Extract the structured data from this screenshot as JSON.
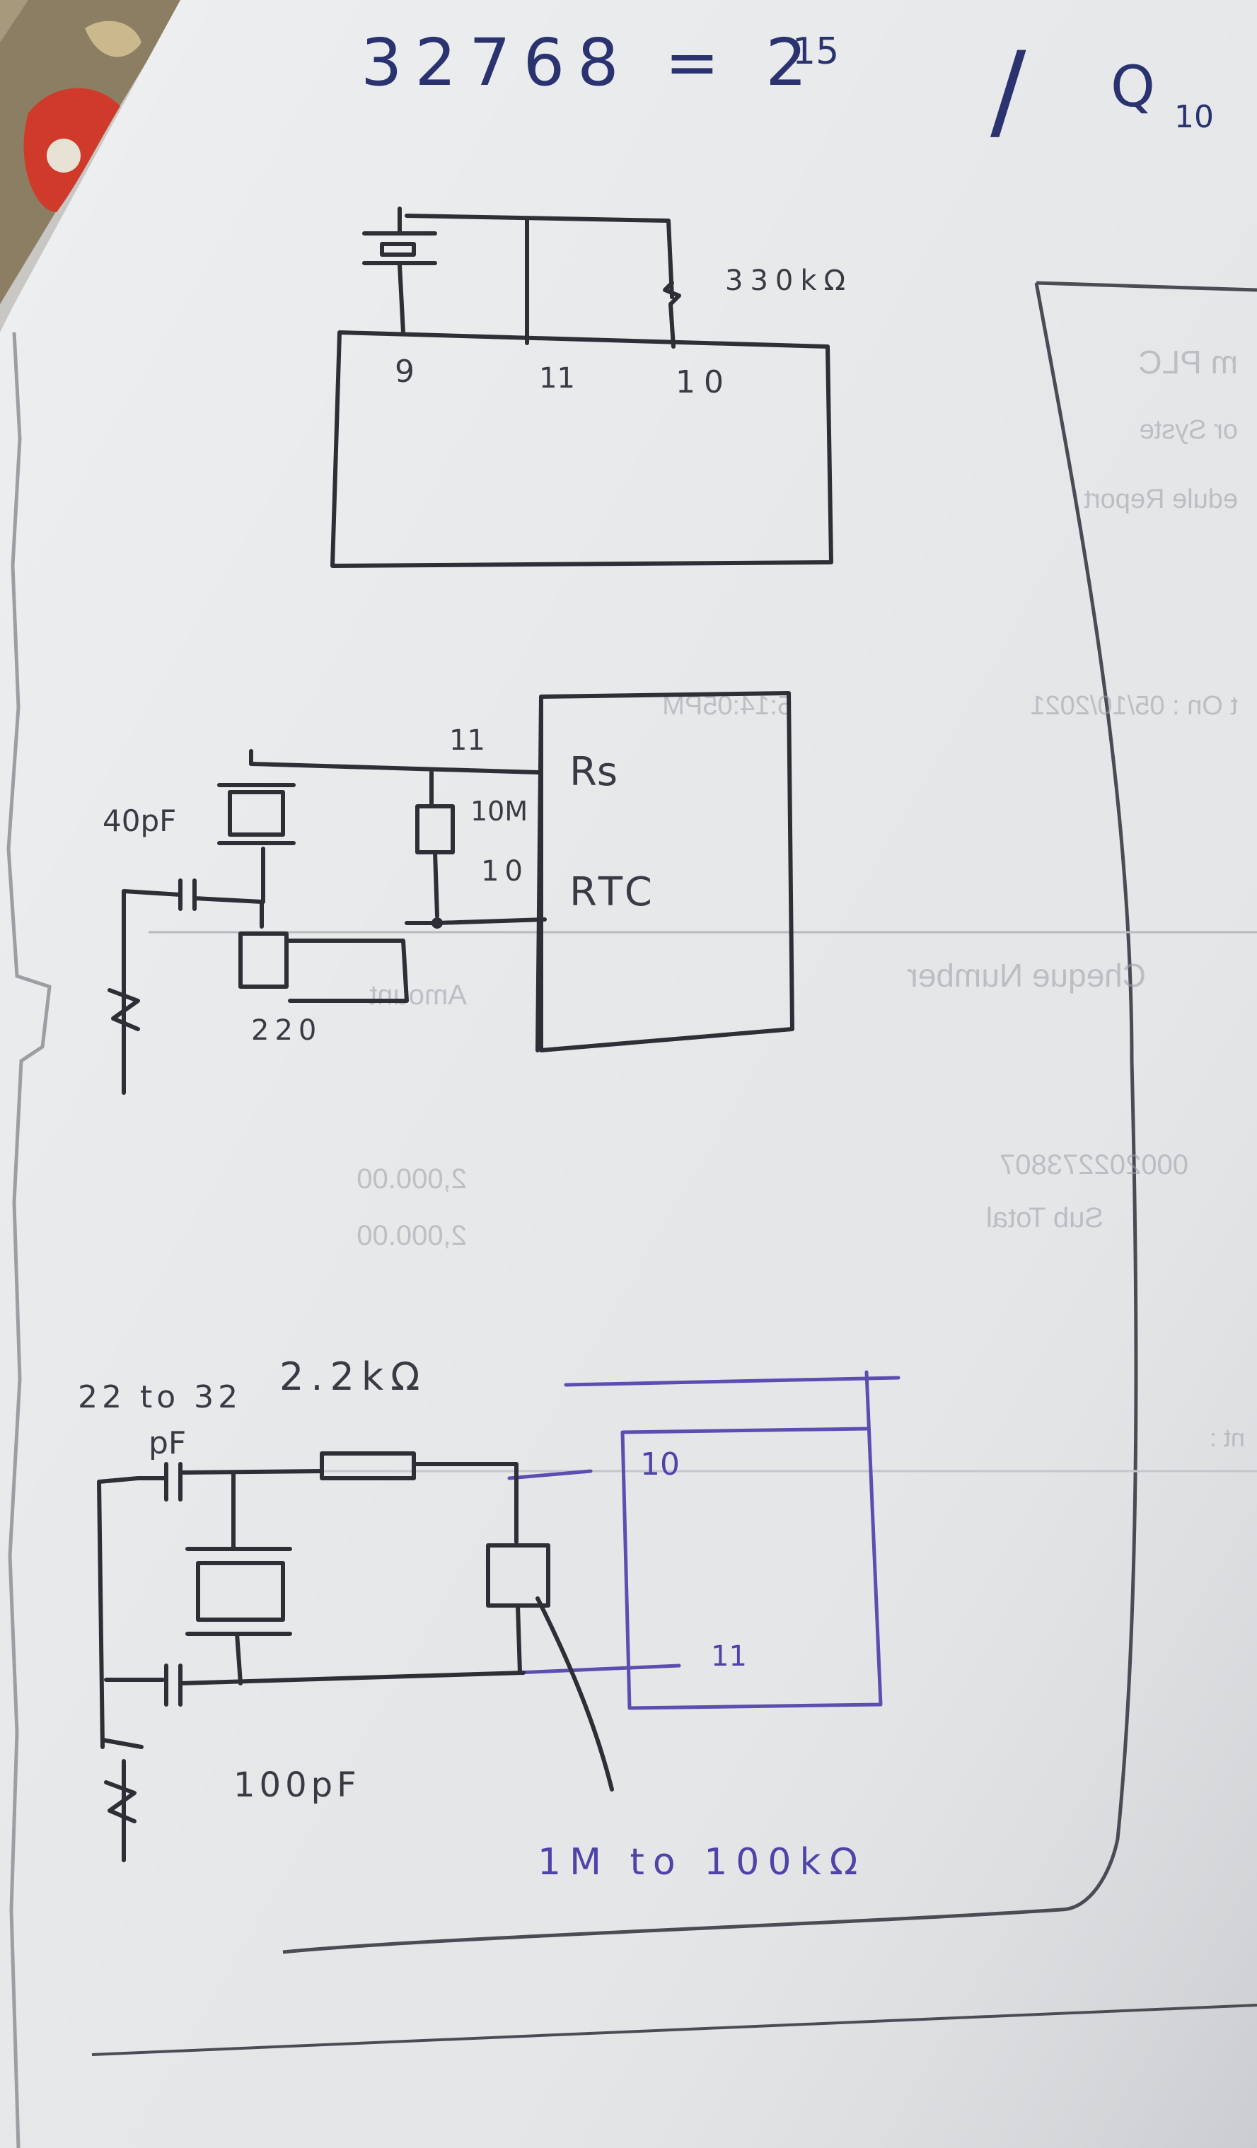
{
  "image": {
    "alt": "Photograph of a hand-drawn sheet of paper showing three crystal oscillator circuit sketches connected to IC pins 9, 10 and 11, with the notation 32768 = 2^15 / Q10 at the top; faint mirrored printed text from a receipt shows through on the right side of the page."
  },
  "notes": {
    "formula_left": "32768 = 2",
    "formula_exp": "15",
    "formula_slash": "/",
    "formula_q": "Q",
    "formula_q_sub": "10"
  },
  "circuit1": {
    "resistor": "330kΩ",
    "pin_a": "9",
    "pin_b": "11",
    "pin_c": "10"
  },
  "circuit2": {
    "pin_top": "11",
    "pin_mid": "10",
    "rs": "Rs",
    "rtc": "RTC",
    "cap": "40pF",
    "res_10m": "10M",
    "res_220": "220"
  },
  "circuit3": {
    "cap_range": "22 to 32",
    "cap_unit": "pF",
    "res_2k2": "2.2kΩ",
    "pin_10": "10",
    "pin_11": "11",
    "cap_100": "100pF",
    "pot": "1M to 100kΩ"
  },
  "ghost_text": {
    "l1": "m PLC",
    "l2": "or Syste",
    "l3": "edule Report",
    "l4": "t On  :  05/10/2021",
    "l5": "5:14:05PM",
    "l6": "Cheque Number",
    "l7": "Amount",
    "l8": "000202273807",
    "l9": "Sub Total",
    "l10": "2,000.00",
    "l11": "2,000.00",
    "l12": "nt :"
  }
}
